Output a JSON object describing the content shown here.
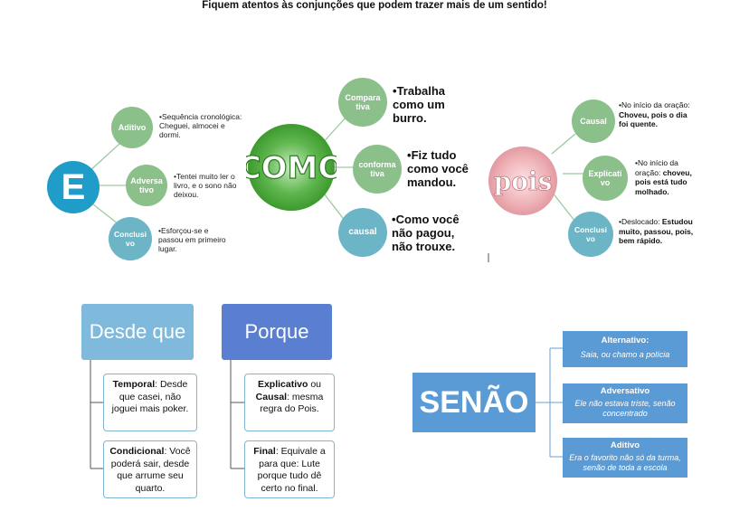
{
  "title": "Fiquem atentos às conjunções que podem trazer mais de um sentido!",
  "e_diagram": {
    "center": "E",
    "branches": [
      {
        "label": "Aditivo",
        "text": "Sequência cronológica: Cheguei, almocei e dormi."
      },
      {
        "label": "Adversa tivo",
        "text": "Tentei muito ler o livro, e o sono não deixou."
      },
      {
        "label": "Conclusi vo",
        "text": "Esforçou-se e passou em primeiro lugar."
      }
    ]
  },
  "como_diagram": {
    "center": "COMO",
    "branches": [
      {
        "label": "Compara tiva",
        "text": "Trabalha como um burro."
      },
      {
        "label": "conforma tiva",
        "text": "Fiz tudo como você mandou."
      },
      {
        "label": "causal",
        "text": "Como você não pagou, não trouxe."
      }
    ]
  },
  "pois_diagram": {
    "center": "pois",
    "branches": [
      {
        "label": "Causal",
        "text_plain": "No início da oração: ",
        "text_bold": "Choveu, pois o dia foi quente."
      },
      {
        "label": "Explicati vo",
        "text_plain": "No início da oração: ",
        "text_bold": "choveu, pois está tudo molhado."
      },
      {
        "label": "Conclusi vo",
        "text_plain": "Deslocado: ",
        "text_bold": "Estudou muito, passou, pois, bem rápido."
      }
    ]
  },
  "desde_que": {
    "header": "Desde que",
    "items": [
      {
        "term": "Temporal",
        "rest": ":  Desde que casei, não joguei mais poker."
      },
      {
        "term": "Condicional",
        "rest": ": Você poderá sair, desde que arrume seu quarto."
      }
    ]
  },
  "porque": {
    "header": "Porque",
    "items": [
      {
        "term": "Explicativo",
        "mid": " ou ",
        "term2": "Causal",
        "rest": ": mesma regra do Pois."
      },
      {
        "term": "Final",
        "rest": ": Equivale a para que: Lute porque tudo dê certo no final."
      }
    ]
  },
  "senao": {
    "center": "SENÃO",
    "items": [
      {
        "label": "Alternativo:",
        "example": "Saia, ou chamo a polícia"
      },
      {
        "label": "Adversativo",
        "example": "Ele não estava triste, senão concentrado"
      },
      {
        "label": "Aditivo",
        "example": "Era o favorito não só da turma, senão de toda a escola"
      }
    ]
  },
  "colors": {
    "e_center": "#1f9cc7",
    "green_circle": "#8cc08a",
    "teal_circle": "#6cb5c6",
    "como_green": "#4aa63a",
    "pois_pink": "#e8a0a6",
    "desde_que_header": "#7fb9dc",
    "porque_header": "#5a7fd0",
    "senao_blue": "#5b9bd5"
  }
}
